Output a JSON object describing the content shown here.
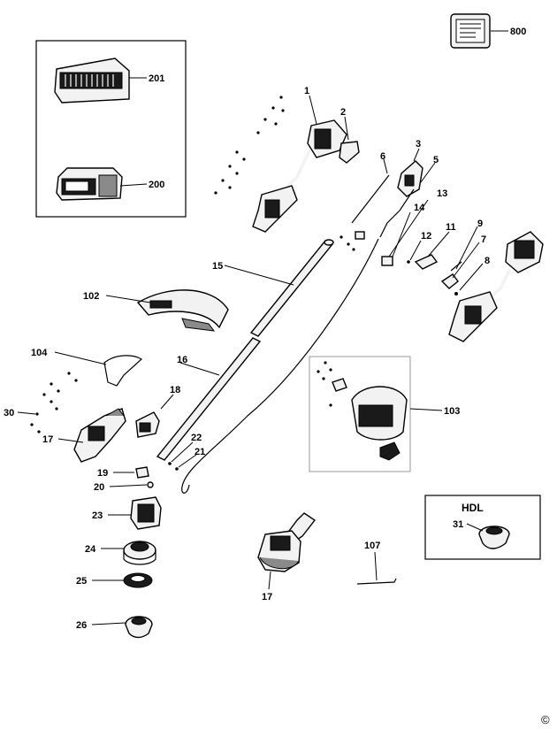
{
  "labels": {
    "p800": "800",
    "p201": "201",
    "p200": "200",
    "p1": "1",
    "p2": "2",
    "p3": "3",
    "p5": "5",
    "p6": "6",
    "p13": "13",
    "p14": "14",
    "p11": "11",
    "p12": "12",
    "p9": "9",
    "p7": "7",
    "p8": "8",
    "p15": "15",
    "p102": "102",
    "p104": "104",
    "p16": "16",
    "p18": "18",
    "p30": "30",
    "p17a": "17",
    "p22": "22",
    "p21": "21",
    "p19": "19",
    "p20": "20",
    "p23": "23",
    "p24": "24",
    "p25": "25",
    "p26": "26",
    "p103": "103",
    "hdl": "HDL",
    "p31": "31",
    "p107": "107",
    "p17b": "17",
    "copyright": "©"
  }
}
